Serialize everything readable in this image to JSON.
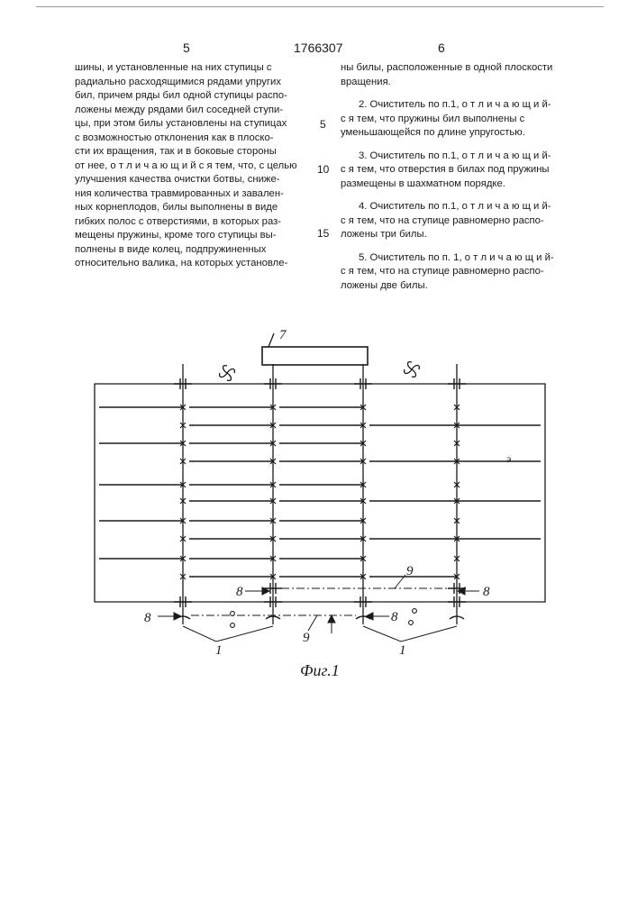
{
  "header": {
    "page_left": "5",
    "patent_no": "1766307",
    "page_right": "6"
  },
  "left_column": [
    "шины, и установленные на них ступицы с",
    "радиально расходящимися рядами упругих",
    "бил, причем ряды бил одной ступицы распо-",
    "ложены между рядами бил соседней ступи-",
    "цы, при этом билы установлены на ступицах",
    "с возможностью отклонения как в плоско-",
    "сти их вращения, так и в боковые стороны",
    "от нее, о т л и ч а ю щ и й с я тем, что, с целью",
    "улучшения качества очистки ботвы, сниже-",
    "ния количества травмированных и завален-",
    "ных корнеплодов, билы выполнены в виде",
    "гибких полос с отверстиями, в которых раз-",
    "мещены пружины, кроме того ступицы вы-",
    "полнены в виде колец, подпружиненных",
    "относительно валика, на которых установле-"
  ],
  "right_column_lead": [
    "ны билы, расположенные в одной плоскости",
    "вращения."
  ],
  "claims": [
    [
      "2. Очиститель по п.1, о т л и ч а ю щ и й-",
      "с я  тем, что пружины бил выполнены с",
      "уменьшающейся по длине упругостью."
    ],
    [
      "3. Очиститель по п.1, о т л и ч а ю щ и й-",
      "с я тем, что отверстия в билах под пружины",
      "размещены в шахматном порядке."
    ],
    [
      "4. Очиститель по п.1, о т л и ч а ю щ и й-",
      "с я тем, что на ступице равномерно распо-",
      "ложены три билы."
    ],
    [
      "5. Очиститель по п. 1, о т л и ч а ю щ и й-",
      "с я тем, что на ступице равномерно распо-",
      "ложены две билы."
    ]
  ],
  "line_numbers": [
    "5",
    "10",
    "15"
  ],
  "figure": {
    "caption": "Фиг.1",
    "labels": {
      "l7": "7",
      "l9a": "9",
      "l9b": "9",
      "l8a": "8",
      "l8b": "8",
      "l8c": "8",
      "l8d": "8",
      "l1a": "1",
      "l1b": "1",
      "le": "э"
    }
  }
}
